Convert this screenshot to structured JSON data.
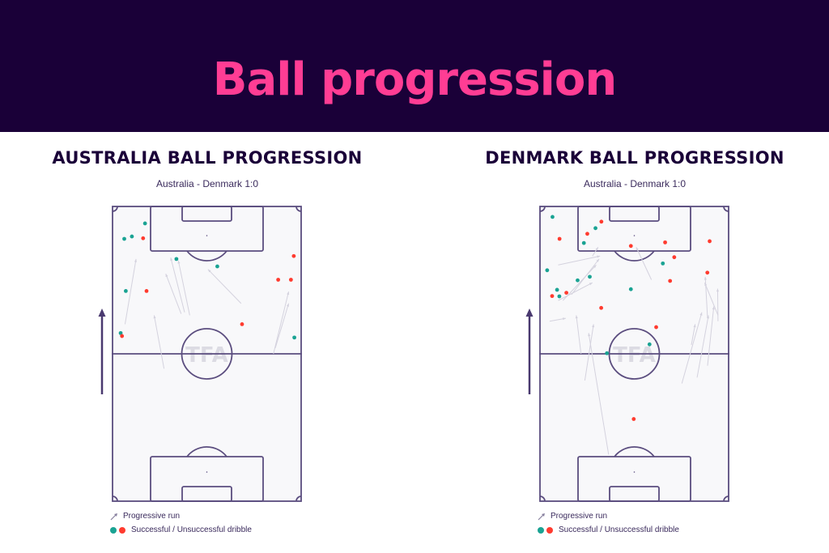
{
  "banner": {
    "title": "Ball progression"
  },
  "colors": {
    "banner_bg": "#1a0038",
    "accent": "#ff3d94",
    "successful": "#1aa393",
    "unsuccessful": "#ff3b2f",
    "lines": "#5b4d7f",
    "runs": "#d4d2de"
  },
  "legend": {
    "run_label": "Progressive run",
    "dribble_label": "Successful / Unsuccessful dribble"
  },
  "chart_data": [
    {
      "type": "scatter",
      "title": "AUSTRALIA BALL PROGRESSION",
      "subtitle": "Australia - Denmark 1:0",
      "attack_direction": "up",
      "coordinate_system": "pitch 0-100 width (left-right), 0-100 length (top=attacking goal)",
      "successful_dribbles": [
        [
          17.5,
          6
        ],
        [
          10.6,
          10.4
        ],
        [
          6.6,
          11.2
        ],
        [
          34,
          18
        ],
        [
          55.5,
          20.5
        ],
        [
          7.4,
          28.8
        ],
        [
          4.7,
          43
        ],
        [
          96,
          44.5
        ]
      ],
      "unsuccessful_dribbles": [
        [
          16.5,
          11
        ],
        [
          95.7,
          17
        ],
        [
          87.5,
          25
        ],
        [
          94.2,
          25
        ],
        [
          18.3,
          28.8
        ],
        [
          68.5,
          40
        ],
        [
          5.4,
          44
        ]
      ],
      "progressive_runs": [
        [
          [
            7,
            40
          ],
          [
            12.8,
            18
          ]
        ],
        [
          [
            38.3,
            36
          ],
          [
            31,
            17.5
          ]
        ],
        [
          [
            36.5,
            36.5
          ],
          [
            28.4,
            23
          ]
        ],
        [
          [
            41,
            37
          ],
          [
            35,
            18.5
          ]
        ],
        [
          [
            68,
            33
          ],
          [
            50.6,
            21.5
          ]
        ],
        [
          [
            27.5,
            55
          ],
          [
            22.3,
            37
          ]
        ],
        [
          [
            85,
            50
          ],
          [
            93,
            29
          ]
        ],
        [
          [
            86,
            48
          ],
          [
            93,
            33
          ]
        ]
      ]
    },
    {
      "type": "scatter",
      "title": "DENMARK BALL PROGRESSION",
      "subtitle": "Australia - Denmark 1:0",
      "attack_direction": "up",
      "coordinate_system": "pitch 0-100 width (left-right), 0-100 length (top=attacking goal)",
      "successful_dribbles": [
        [
          7,
          3.8
        ],
        [
          29.6,
          7.6
        ],
        [
          23.5,
          12.6
        ],
        [
          65,
          19.5
        ],
        [
          4.2,
          21.8
        ],
        [
          20.2,
          25.2
        ],
        [
          9.4,
          28.4
        ],
        [
          48.2,
          28.2
        ],
        [
          26.6,
          24
        ],
        [
          10.6,
          30.6
        ],
        [
          58,
          46.8
        ],
        [
          35.6,
          49.8
        ]
      ],
      "unsuccessful_dribbles": [
        [
          32.7,
          5.4
        ],
        [
          10.7,
          11.2
        ],
        [
          25.3,
          9.5
        ],
        [
          48.2,
          13.6
        ],
        [
          66.2,
          12.4
        ],
        [
          89.6,
          12
        ],
        [
          71,
          17.4
        ],
        [
          88.4,
          22.6
        ],
        [
          68.8,
          25.4
        ],
        [
          14.3,
          29.4
        ],
        [
          6.8,
          30.5
        ],
        [
          32.6,
          34.5
        ],
        [
          61.5,
          41
        ],
        [
          49.7,
          72
        ]
      ],
      "progressive_runs": [
        [
          [
            10,
            20
          ],
          [
            32,
            17
          ]
        ],
        [
          [
            12.5,
            32
          ],
          [
            30,
            20
          ]
        ],
        [
          [
            17,
            30
          ],
          [
            31.5,
            18
          ]
        ],
        [
          [
            10,
            32
          ],
          [
            28,
            26
          ]
        ],
        [
          [
            28,
            17
          ],
          [
            31,
            14
          ]
        ],
        [
          [
            59,
            25
          ],
          [
            51,
            14
          ]
        ],
        [
          [
            88.5,
            38
          ],
          [
            87.3,
            24
          ]
        ],
        [
          [
            94,
            37
          ],
          [
            87,
            26
          ]
        ],
        [
          [
            94,
            39
          ],
          [
            93.8,
            28
          ]
        ],
        [
          [
            5.5,
            39
          ],
          [
            14,
            38
          ]
        ],
        [
          [
            22,
            50
          ],
          [
            19.5,
            37
          ]
        ],
        [
          [
            24,
            59
          ],
          [
            28.6,
            40
          ]
        ],
        [
          [
            36.5,
            84
          ],
          [
            26,
            43
          ]
        ],
        [
          [
            75,
            60
          ],
          [
            85.5,
            36
          ]
        ],
        [
          [
            80,
            47
          ],
          [
            82,
            40
          ]
        ],
        [
          [
            83,
            58
          ],
          [
            89,
            37
          ]
        ],
        [
          [
            88.5,
            54
          ],
          [
            91.8,
            34
          ]
        ]
      ]
    }
  ],
  "watermark": "TFA"
}
